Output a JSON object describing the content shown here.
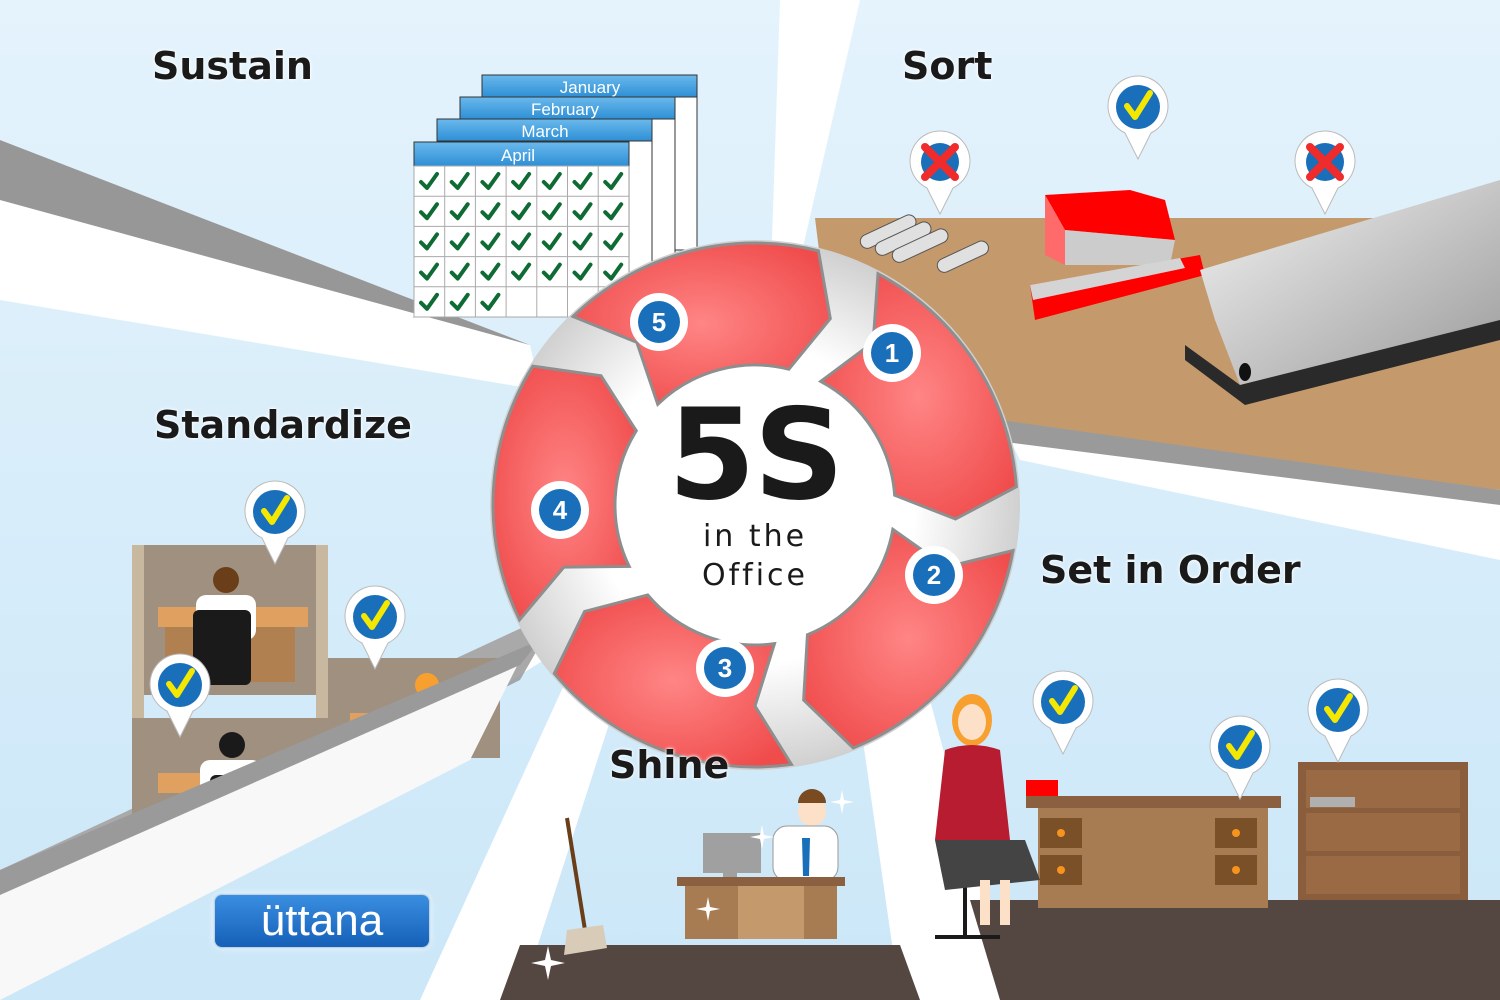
{
  "title": {
    "main": "5S",
    "sub_line1": "in the",
    "sub_line2": "Office"
  },
  "steps": [
    {
      "number": "1",
      "label": "Sort"
    },
    {
      "number": "2",
      "label": "Set in Order"
    },
    {
      "number": "3",
      "label": "Shine"
    },
    {
      "number": "4",
      "label": "Standardize"
    },
    {
      "number": "5",
      "label": "Sustain"
    }
  ],
  "calendar": {
    "months": [
      "January",
      "February",
      "March",
      "April"
    ],
    "checked_days_april": 31
  },
  "markers": {
    "sort": [
      "x-mark",
      "check-mark",
      "x-mark"
    ],
    "set_in_order": [
      "check-mark",
      "check-mark",
      "check-mark"
    ],
    "standardize": [
      "check-mark",
      "check-mark",
      "check-mark"
    ]
  },
  "logo": {
    "text": "üttana"
  },
  "colors": {
    "segment": "#f45b5b",
    "badge": "#1a6fba",
    "check": "#f5e800",
    "x": "#ef2b2b",
    "sky": "#d4ecfa",
    "floor": "#544640",
    "desk": "#c49a6c"
  }
}
